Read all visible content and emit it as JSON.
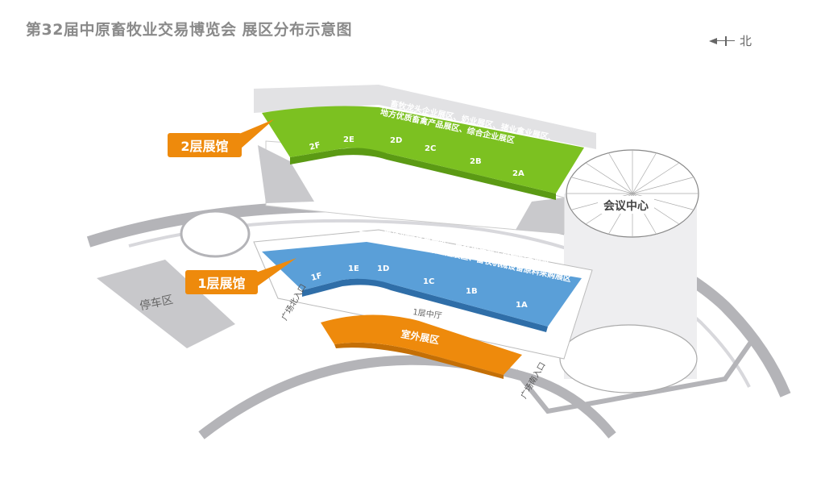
{
  "title": "第32届中原畜牧业交易博览会   展区分布示意图",
  "north": {
    "label": "北",
    "icon": "north-arrow-icon"
  },
  "colors": {
    "hall2": "#7cc121",
    "hall1": "#5a9fd8",
    "outdoor": "#ee8a0c",
    "road": "#b4b4b8",
    "callout": "#ee8a0c"
  },
  "hall2": {
    "callout": "2层展馆",
    "desc_line1": "畜牧龙头企业展区、奶业展区、猪业禽业展区、",
    "desc_line2": "地方优质畜禽产品展区、综合企业展区",
    "zones": [
      "2F",
      "2E",
      "2D",
      "2C",
      "2B",
      "2A"
    ]
  },
  "hall1": {
    "callout": "1层展馆",
    "desc_line1": "畜牧机械设备展区、畜牧环保粪污处理设备展区、",
    "desc_line2": "新型规模畜禽制冷采暖温控展区、畜牧机械设备原料采购展区",
    "zones": [
      "1F",
      "1E",
      "1D",
      "1C",
      "1B",
      "1A"
    ],
    "lobby": "1层中厅"
  },
  "outdoor": "室外展区",
  "conference": "会议中心",
  "parking": "停车区",
  "north_entrance": "广场北入口",
  "south_entrance": "广场南入口"
}
